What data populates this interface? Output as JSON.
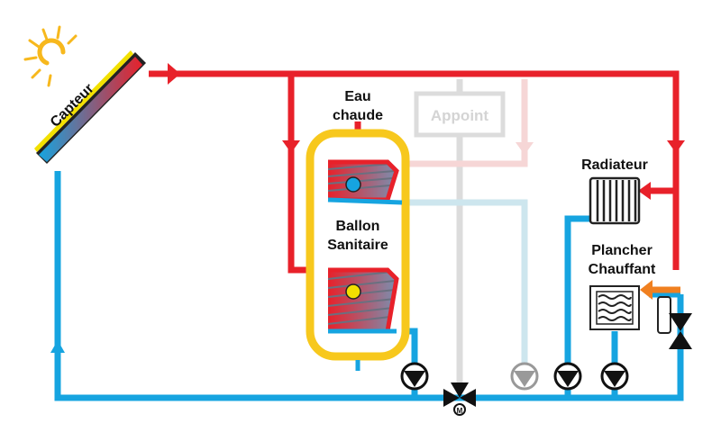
{
  "labels": {
    "capteur": "Capteur",
    "eau_chaude_line1": "Eau",
    "eau_chaude_line2": "chaude",
    "appoint": "Appoint",
    "ballon_line1": "Ballon",
    "ballon_line2": "Sanitaire",
    "radiateur": "Radiateur",
    "plancher_line1": "Plancher",
    "plancher_line2": "Chauffant"
  },
  "colors": {
    "hot": "#e8212a",
    "cold": "#16a4e0",
    "tank": "#f7c81d",
    "faded_grey": "#dcdcdc",
    "faded_blue": "#cde6ee",
    "faded_red": "#f6d6d6",
    "auxiliary": "#f08020",
    "sun": "#f7b81d"
  }
}
